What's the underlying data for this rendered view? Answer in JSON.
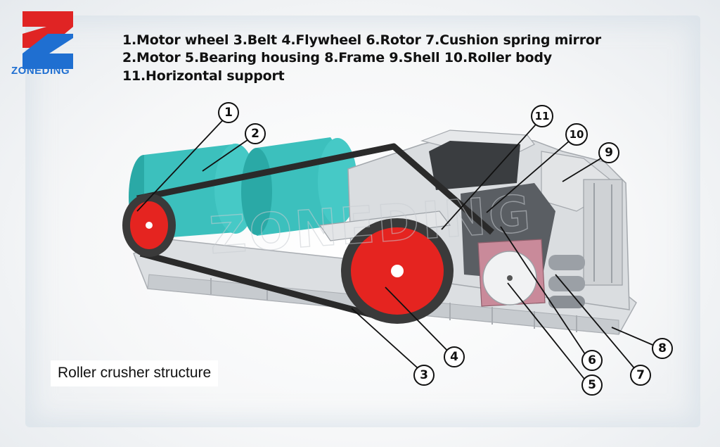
{
  "brand": {
    "name": "ZONEDING",
    "colors": {
      "red": "#e02424",
      "blue": "#1f6fd1"
    }
  },
  "legend": {
    "line1": "1.Motor wheel 3.Belt 4.Flywheel 6.Rotor 7.Cushion spring mirror",
    "line2": "2.Motor 5.Bearing housing 8.Frame 9.Shell 10.Roller body",
    "line3": "11.Horizontal support"
  },
  "caption": "Roller crusher structure",
  "watermark": "ZONEDING",
  "callouts": [
    "1",
    "2",
    "3",
    "4",
    "5",
    "6",
    "7",
    "8",
    "9",
    "10",
    "11"
  ],
  "palette": {
    "motor": "#3cc0bd",
    "wheel": "#e52420",
    "belt": "#2a2a2a",
    "frame": "#d4d7da",
    "bearing": "#c98a9a",
    "spring": "#8a8f95"
  }
}
